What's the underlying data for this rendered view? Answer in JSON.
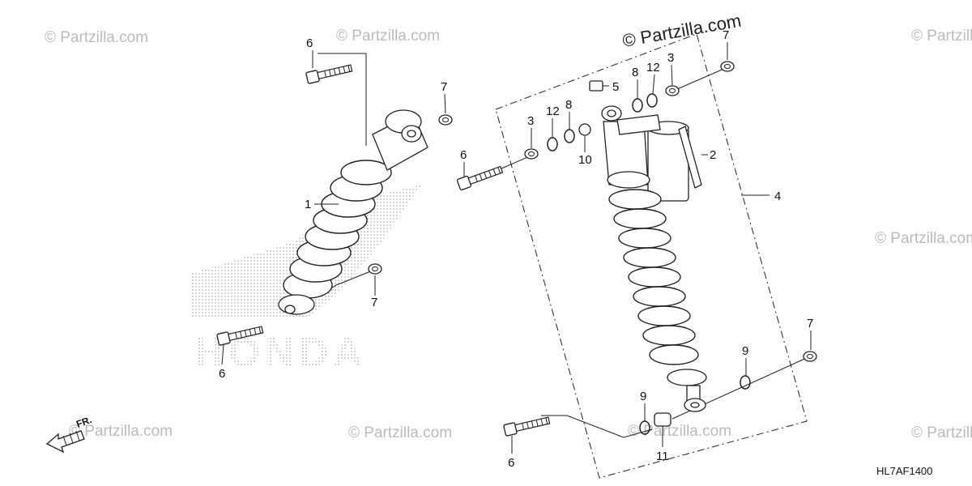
{
  "watermarks": [
    "© Partzilla.com",
    "© Partzilla.com",
    "© Partzilla.com",
    "© Partzilla.com",
    "© Partzilla.com",
    "© Partzilla.com",
    "© Partzilla.com",
    "© Partzilla.com"
  ],
  "top_watermark": "© Partzilla.com",
  "logo_text": "HONDA",
  "direction_label": "FR.",
  "diagram_code": "HL7AF1400",
  "callouts": {
    "left_bolt_top": "6",
    "left_nut_top": "7",
    "left_shock": "1",
    "left_nut_bottom": "7",
    "left_bolt_bottom": "6",
    "right_bolt_upper": "6",
    "right_nut_far": "7",
    "right_collar": "5",
    "right_washer_8_a": "8",
    "right_ring_12_a": "12",
    "right_bushing_3_a": "3",
    "right_bushing_3_b": "3",
    "right_ring_12_b": "12",
    "right_washer_8_b": "8",
    "right_sleeve_10": "10",
    "right_sticker": "2",
    "right_assembly": "4",
    "right_nut_low": "7",
    "right_clip_a": "9",
    "right_clip_b": "9",
    "right_bushing_11": "11",
    "right_bolt_lower": "6"
  }
}
